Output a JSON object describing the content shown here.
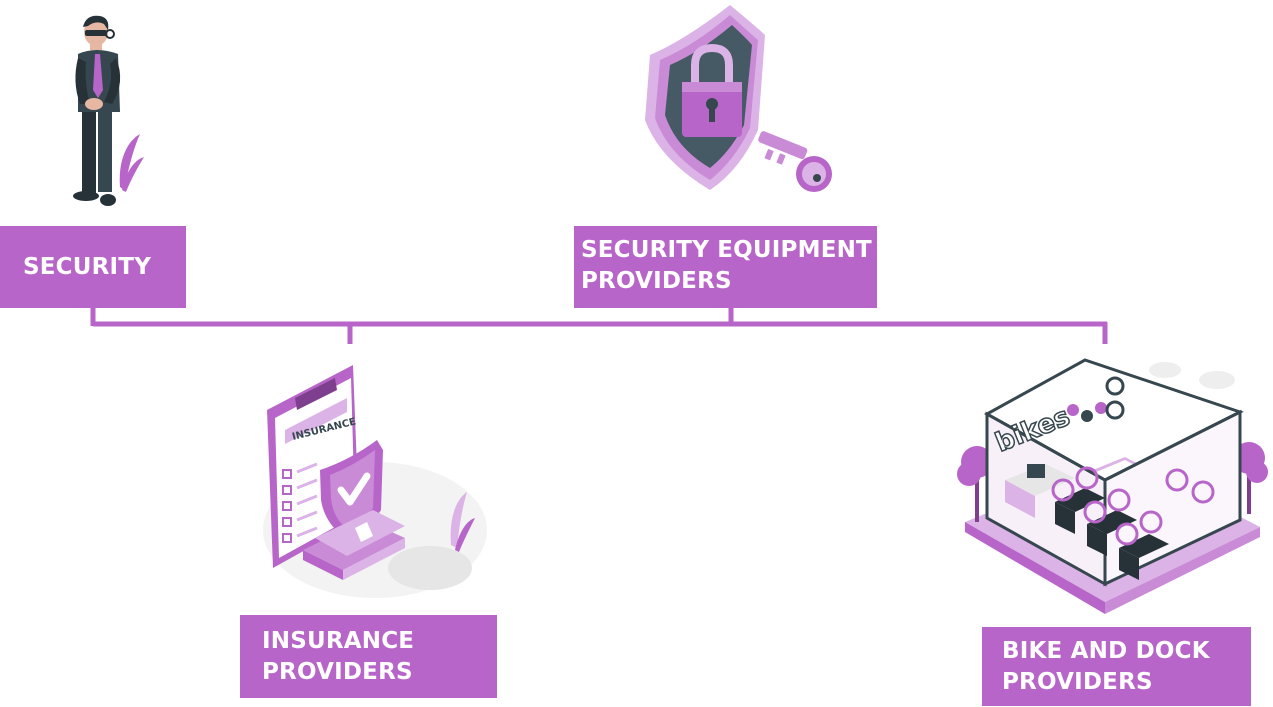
{
  "nodes": {
    "security": {
      "label": "SECURITY"
    },
    "security_equipment": {
      "label_line1": "SECURITY EQUIPMENT",
      "label_line2": "PROVIDERS"
    },
    "insurance": {
      "label_line1": "INSURANCE",
      "label_line2": "PROVIDERS",
      "document_text": "INSURANCE"
    },
    "bike_dock": {
      "label_line1": "BIKE AND DOCK",
      "label_line2": "PROVIDERS",
      "shop_sign": "bikes"
    }
  },
  "colors": {
    "accent": "#b865c9",
    "accent_light": "#dcb3e6",
    "dark": "#37474f",
    "gray": "#e6e6e6"
  },
  "icons": [
    "security-guard-icon",
    "shield-lock-icon",
    "key-icon",
    "insurance-clipboard-icon",
    "bike-shop-icon"
  ]
}
